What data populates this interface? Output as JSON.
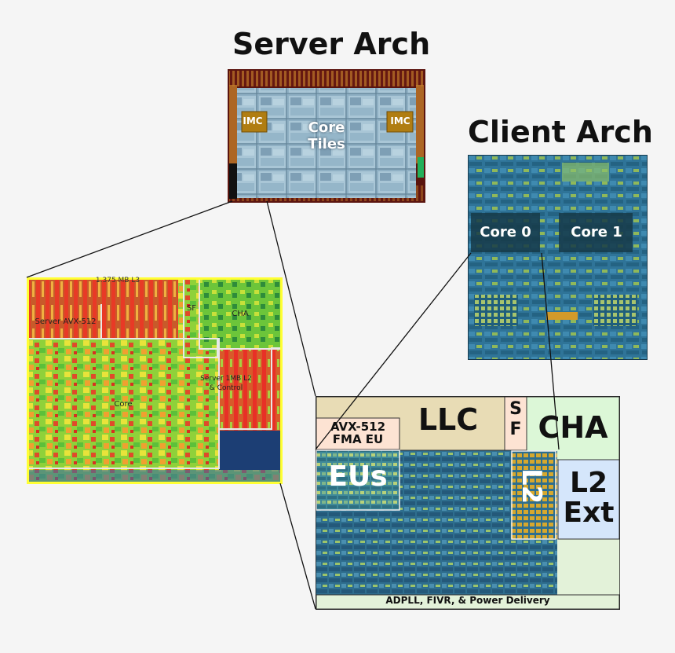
{
  "titles": {
    "server": "Server Arch",
    "client": "Client Arch"
  },
  "server_die": {
    "imc_left": "IMC",
    "imc_right": "IMC",
    "core_tiles_line1": "Core",
    "core_tiles_line2": "Tiles"
  },
  "client_die": {
    "core0": "Core 0",
    "core1": "Core 1"
  },
  "heatmap": {
    "l3": "1.375 MB L3",
    "avx": "Server AVX-512",
    "sf": "SF",
    "cha": "CHA",
    "l2_line1": "Server 1MB L2",
    "l2_line2": "& Control",
    "core": "Core"
  },
  "core_floorplan": {
    "llc": "LLC",
    "sf_line1": "S",
    "sf_line2": "F",
    "cha": "CHA",
    "avx_line1": "AVX-512",
    "avx_line2": "FMA EU",
    "eus": "EUs",
    "l2": "L2",
    "l2ext_line1": "L2",
    "l2ext_line2": "Ext",
    "power": "ADPLL, FIVR, & Power Delivery"
  },
  "colors": {
    "background": "#f5f5f5",
    "llc_fill": "#e8dcb5",
    "sf_fill": "#fde3d3",
    "cha_fill": "#dcf7d7",
    "l2ext_fill": "#d5e6fb",
    "avx_fill": "#fde3d3",
    "power_fill": "#e3f2d9",
    "die_blue": "#2e6e8e",
    "server_frame": "#6b1a12",
    "imc_gold": "#b07d12",
    "heatmap_border": "#ffff33"
  }
}
